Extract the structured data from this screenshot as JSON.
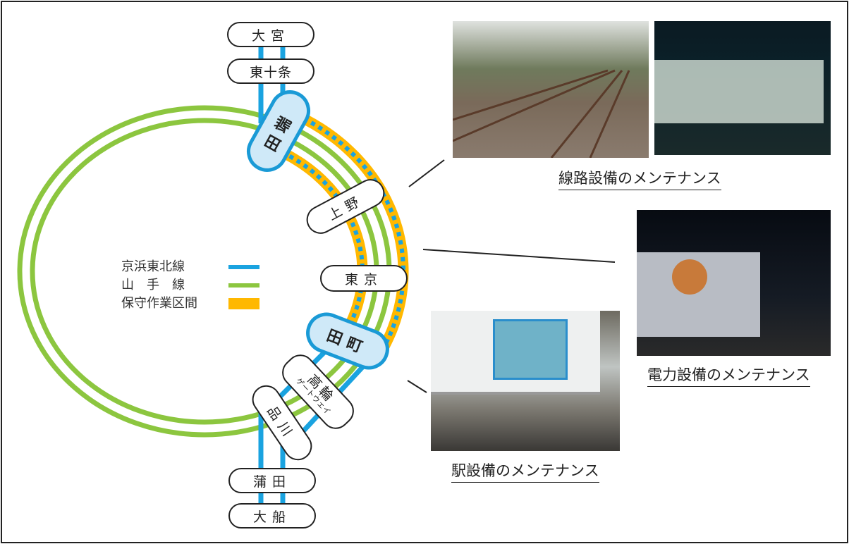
{
  "legend": [
    {
      "label": "京浜東北線",
      "color": "#1aa3e0"
    },
    {
      "label": "山　手　線",
      "color": "#8cc63f"
    },
    {
      "label": "保守作業区間",
      "color": "#ffb800"
    }
  ],
  "stations": {
    "omiya": "大宮",
    "higashi_jujo": "東十条",
    "tabata": "田端",
    "ueno": "上野",
    "tokyo": "東京",
    "tamachi": "田町",
    "takanawa_main": "高輪",
    "takanawa_sub": "ゲートウェイ",
    "shinagawa": "品川",
    "kamata": "蒲田",
    "ofuna": "大船"
  },
  "photos": {
    "track_caption": "線路設備のメンテナンス",
    "power_caption": "電力設備のメンテナンス",
    "station_caption": "駅設備のメンテナンス"
  }
}
